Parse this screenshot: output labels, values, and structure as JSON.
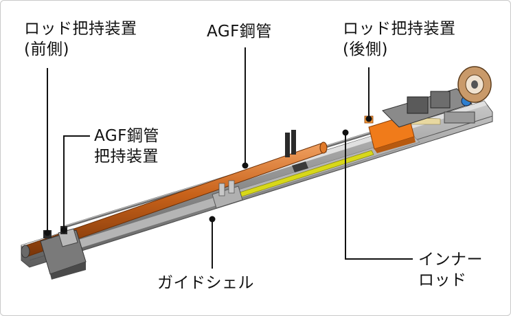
{
  "labels": {
    "front_holder_line1": "ロッド把持装置",
    "front_holder_line2": "(前側)",
    "agf_pipe": "AGF鋼管",
    "rear_holder_line1": "ロッド把持装置",
    "rear_holder_line2": "(後側)",
    "agf_holder_line1": "AGF鋼管",
    "agf_holder_line2": "把持装置",
    "guide_shell": "ガイドシェル",
    "inner_rod_line1": "インナー",
    "inner_rod_line2": "ロッド"
  },
  "colors": {
    "steel_pipe": "#d2691e",
    "holder_orange": "#f07b1a",
    "guide_rail": "#9a9a9a",
    "yellow_rail": "#d8d81a",
    "leader_line": "#111111"
  }
}
